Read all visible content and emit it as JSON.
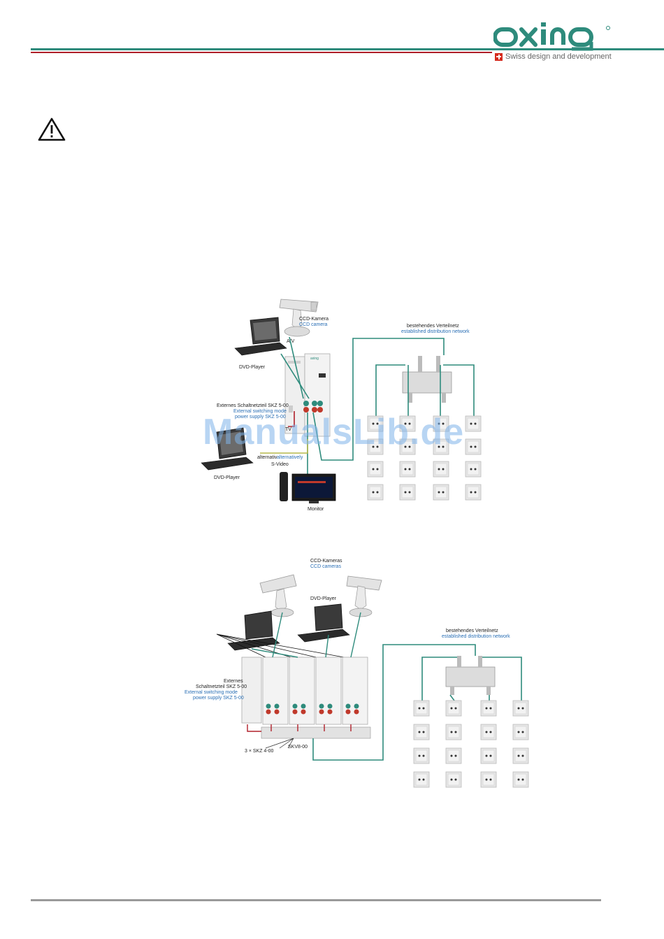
{
  "header": {
    "brand": "axing",
    "tagline": "Swiss design and development",
    "colors": {
      "green": "#2e8b7c",
      "red": "#b0202a"
    }
  },
  "watermark": "ManualsLib.de",
  "diagram1": {
    "camera_label_de": "CCD-Kamera",
    "camera_label_en": "CCD camera",
    "av_label": "A/V",
    "dvd_label_top": "DVD-Player",
    "dvd_label_bottom": "DVD-Player",
    "network_label_de": "bestehendes Verteilnetz",
    "network_label_en": "established distribution network",
    "psu_label_de": "Externes Schaltnetzteil SKZ 5-00",
    "psu_label_en1": "External switching mode",
    "psu_label_en2": "power supply SKZ 5-00",
    "tv_label": "TV",
    "alt_label_de": "alternativ",
    "alt_label_en": "alternatively",
    "svideo_label": "S-Video",
    "monitor_label": "Monitor"
  },
  "diagram2": {
    "cameras_label_de": "CCD-Kameras",
    "cameras_label_en": "CCD cameras",
    "dvd_label": "DVD-Player",
    "network_label_de": "bestehendes Verteilnetz",
    "network_label_en": "established distribution network",
    "psu_label_de1": "Externes",
    "psu_label_de2": "Schaltnetzteil SKZ 5-00",
    "psu_label_en1": "External switching mode",
    "psu_label_en2": "power supply SKZ 5-00",
    "skz_label": "3 × SKZ 4-00",
    "skv_label": "SKV8-00"
  }
}
